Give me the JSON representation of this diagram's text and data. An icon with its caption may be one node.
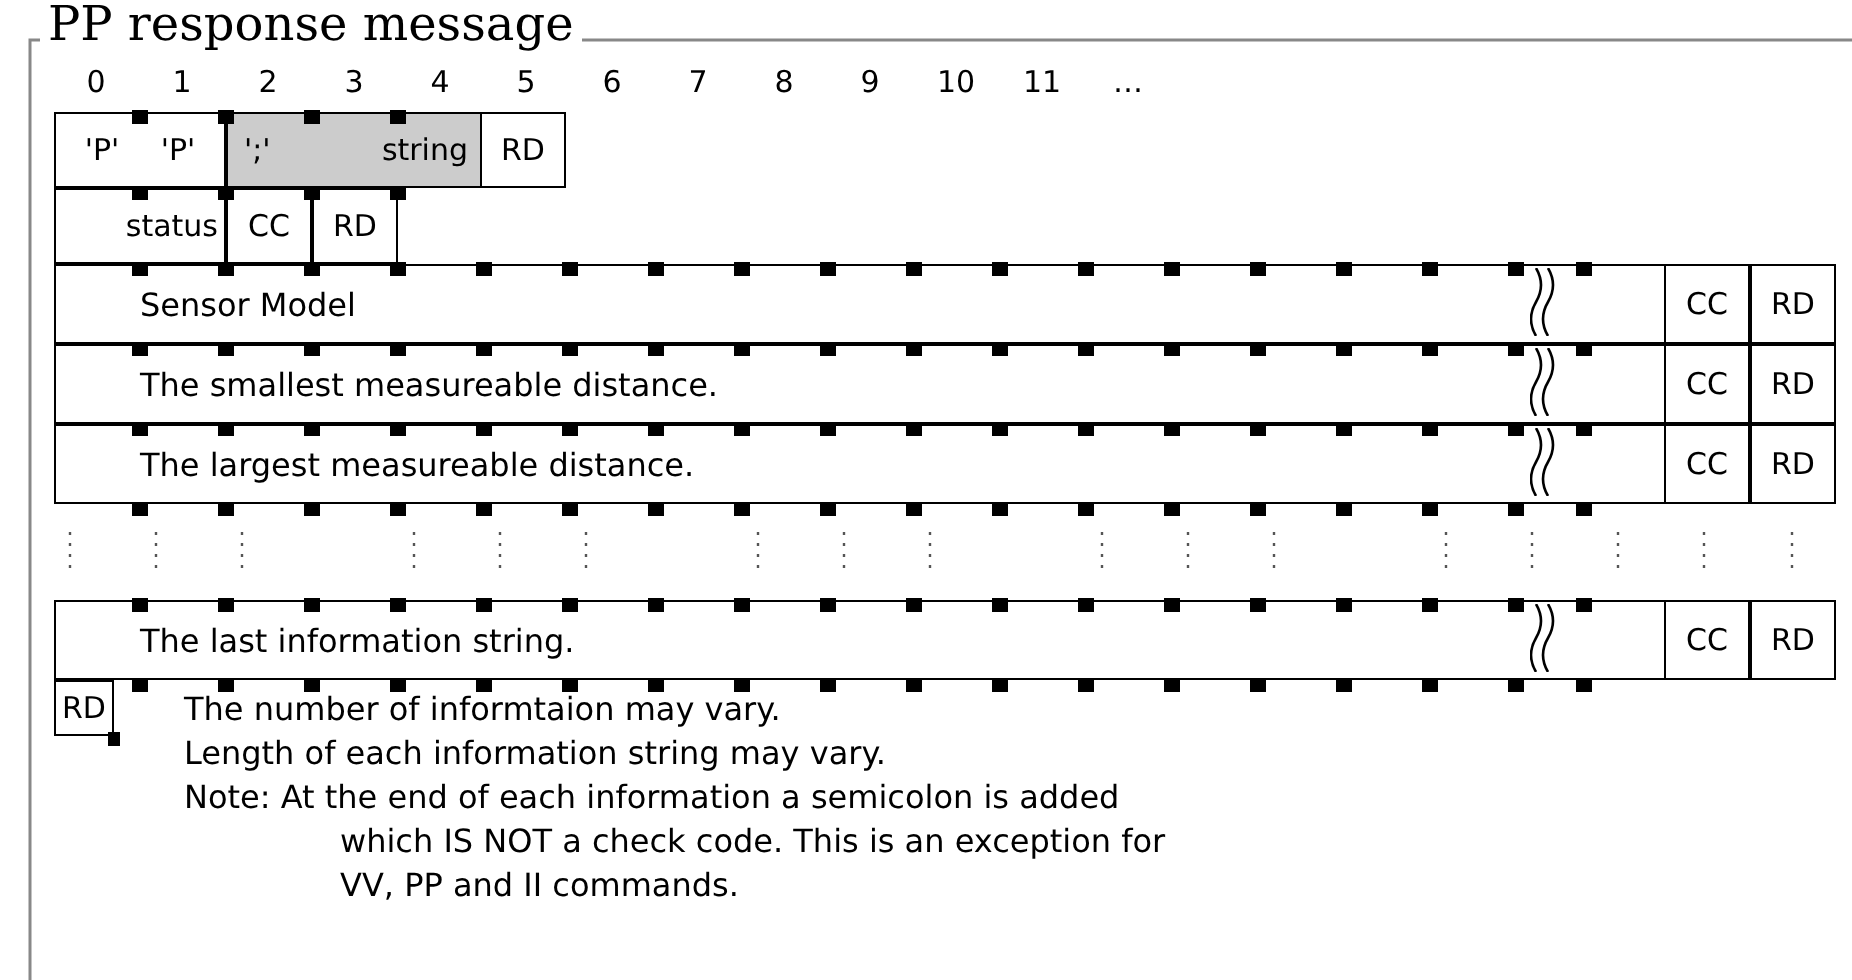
{
  "diagram": {
    "title": "PP response message",
    "nodes": [
      {
        "text": [
          "'P'",
          "'P'"
        ]
      },
      {
        "text": [
          "';'",
          "string"
        ]
      },
      {
        "text": [
          "RD"
        ]
      },
      {
        "text": [
          "status"
        ]
      },
      {
        "text": [
          "CC"
        ]
      },
      {
        "text": [
          "RD"
        ]
      },
      {
        "text": [
          "Sensor Model"
        ]
      },
      {
        "text": [
          "CC"
        ]
      },
      {
        "text": [
          "RD"
        ]
      },
      {
        "text": [
          "The smallest measureable distance."
        ]
      },
      {
        "text": [
          "CC"
        ]
      },
      {
        "text": [
          "RD"
        ]
      },
      {
        "text": [
          "The largest measureable distance."
        ]
      },
      {
        "text": [
          "CC"
        ]
      },
      {
        "text": [
          "RD"
        ]
      },
      {
        "text": [
          "The last information string."
        ]
      },
      {
        "text": [
          "CC"
        ]
      },
      {
        "text": [
          "RD"
        ]
      },
      {
        "text": [
          "RD"
        ]
      }
    ],
    "labels": [
      "0",
      "1",
      "2",
      "3",
      "4",
      "5",
      "6",
      "7",
      "8",
      "9",
      "10",
      "11",
      "…",
      "The number of informtaion may vary.",
      "Length of each information string may vary.",
      "Note: At the end of each information a semicolon is added which IS NOT a check code. This is an exception for VV, PP and II commands."
    ]
  }
}
